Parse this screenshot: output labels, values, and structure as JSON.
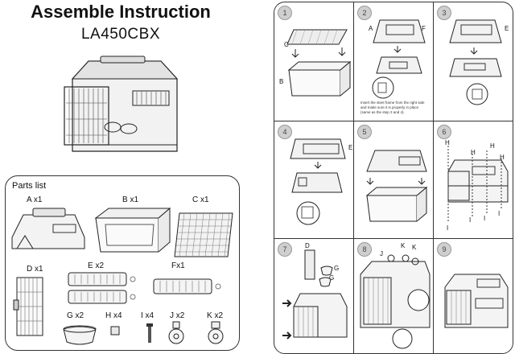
{
  "title": "Assemble Instruction",
  "model": "LA450CBX",
  "parts": {
    "heading": "Parts list",
    "items": [
      {
        "key": "A",
        "label": "A x1"
      },
      {
        "key": "B",
        "label": "B x1"
      },
      {
        "key": "C",
        "label": "C x1"
      },
      {
        "key": "D",
        "label": "D x1"
      },
      {
        "key": "E",
        "label": "E x2"
      },
      {
        "key": "F",
        "label": "Fx1"
      },
      {
        "key": "G",
        "label": "G x2"
      },
      {
        "key": "H",
        "label": "H x4"
      },
      {
        "key": "I",
        "label": "I x4"
      },
      {
        "key": "J",
        "label": "J x2"
      },
      {
        "key": "K",
        "label": "K x2"
      }
    ]
  },
  "steps": [
    {
      "n": "1",
      "labels": [
        "C",
        "B"
      ]
    },
    {
      "n": "2",
      "labels": [
        "A",
        "F"
      ],
      "note": "Insert the steel frame from the right side and make sure it is properly in place (same as the step 3 and 4)."
    },
    {
      "n": "3",
      "labels": [
        "E"
      ]
    },
    {
      "n": "4",
      "labels": [
        "E"
      ]
    },
    {
      "n": "5",
      "labels": []
    },
    {
      "n": "6",
      "labels": [
        "H",
        "H",
        "H",
        "H",
        "I",
        "I",
        "I",
        "I"
      ]
    },
    {
      "n": "7",
      "labels": [
        "D",
        "G",
        "G"
      ]
    },
    {
      "n": "8",
      "labels": [
        "J",
        "K",
        "K"
      ]
    },
    {
      "n": "9",
      "labels": []
    }
  ]
}
